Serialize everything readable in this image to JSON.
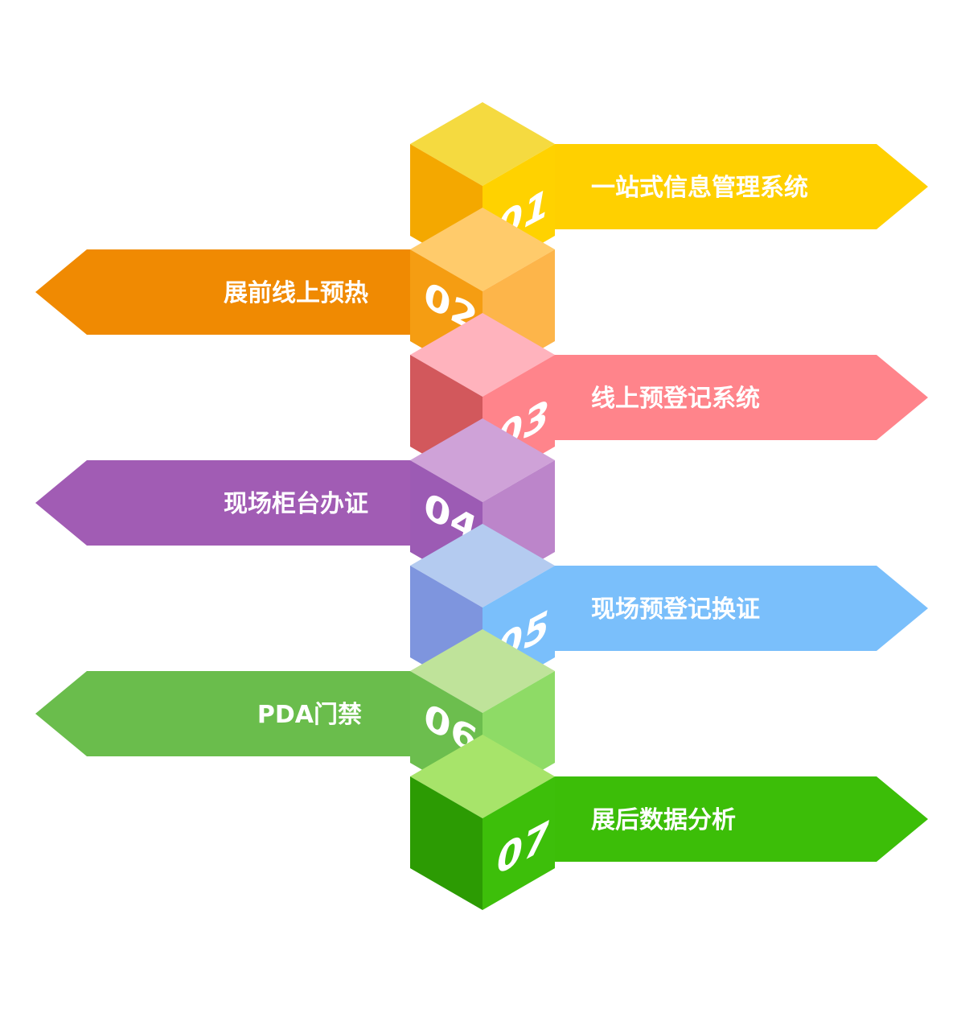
{
  "steps": [
    {
      "number": "01",
      "label": "一站式信息管理系统",
      "direction": "right",
      "colors": {
        "top": "#F5DA40",
        "left": "#F4A800",
        "right": "#FFD200",
        "arrow": "#FFD000"
      }
    },
    {
      "number": "02",
      "label": "展前线上预热",
      "direction": "left",
      "colors": {
        "top": "#FFCB6B",
        "left": "#F59D12",
        "right": "#FDB54A",
        "arrow": "#F08A02"
      }
    },
    {
      "number": "03",
      "label": "线上预登记系统",
      "direction": "right",
      "colors": {
        "top": "#FFB3BD",
        "left": "#D2585C",
        "right": "#FF848B",
        "arrow": "#FF848B"
      }
    },
    {
      "number": "04",
      "label": "现场柜台办证",
      "direction": "left",
      "colors": {
        "top": "#CFA2D8",
        "left": "#9C5BB4",
        "right": "#BC85CA",
        "arrow": "#A15CB4"
      }
    },
    {
      "number": "05",
      "label": "现场预登记换证",
      "direction": "right",
      "colors": {
        "top": "#B4CBF0",
        "left": "#7E95DE",
        "right": "#7ABFFB",
        "arrow": "#7ABFFB"
      }
    },
    {
      "number": "06",
      "label": "PDA门禁",
      "direction": "left",
      "colors": {
        "top": "#BFE39A",
        "left": "#6CBE4E",
        "right": "#8EDB66",
        "arrow": "#6ABD4C"
      }
    },
    {
      "number": "07",
      "label": "展后数据分析",
      "direction": "right",
      "colors": {
        "top": "#A7E46A",
        "left": "#2C9B03",
        "right": "#3DBF0A",
        "arrow": "#3CBE08"
      }
    }
  ]
}
